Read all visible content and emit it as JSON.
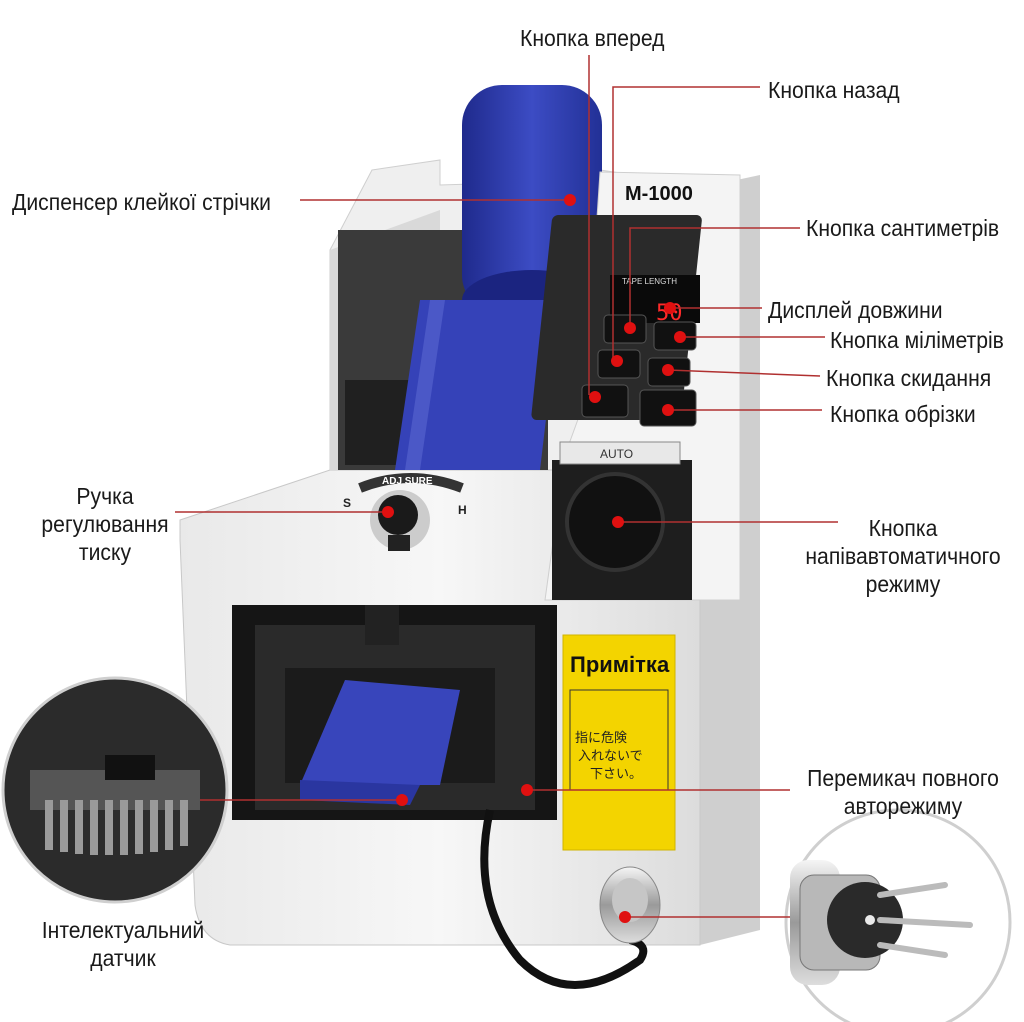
{
  "labels": {
    "forward_button": "Кнопка вперед",
    "back_button": "Кнопка назад",
    "tape_dispenser": "Диспенсер клейкої стрічки",
    "cm_button": "Кнопка сантиметрів",
    "length_display": "Дисплей довжини",
    "mm_button": "Кнопка міліметрів",
    "reset_button": "Кнопка скидання",
    "cut_button": "Кнопка обрізки",
    "pressure_knob": [
      "Ручка",
      "регулювання",
      "тиску"
    ],
    "semi_auto_button": [
      "Кнопка",
      "напівавтоматичного",
      "режиму"
    ],
    "full_auto_switch": [
      "Перемикач повного",
      "авторежиму"
    ],
    "smart_sensor": [
      "Інтелектуальний",
      "датчик"
    ]
  },
  "device": {
    "model": "M-1000",
    "display_value": "50",
    "display_caption": "TAPE LENGTH",
    "mode_label": "AUTO",
    "knob_label": "ADJ SURE",
    "knob_s": "S",
    "knob_h": "H",
    "note_title": "Примітка",
    "note_japanese": [
      "指に危険",
      "入れないで",
      "下さい。"
    ]
  },
  "colors": {
    "marker": "#e01010",
    "leader": "#b03030",
    "tape": "#2f3fb0",
    "body": "#f2f2f2",
    "panel": "#1c1c1c",
    "note": "#f3d400"
  }
}
